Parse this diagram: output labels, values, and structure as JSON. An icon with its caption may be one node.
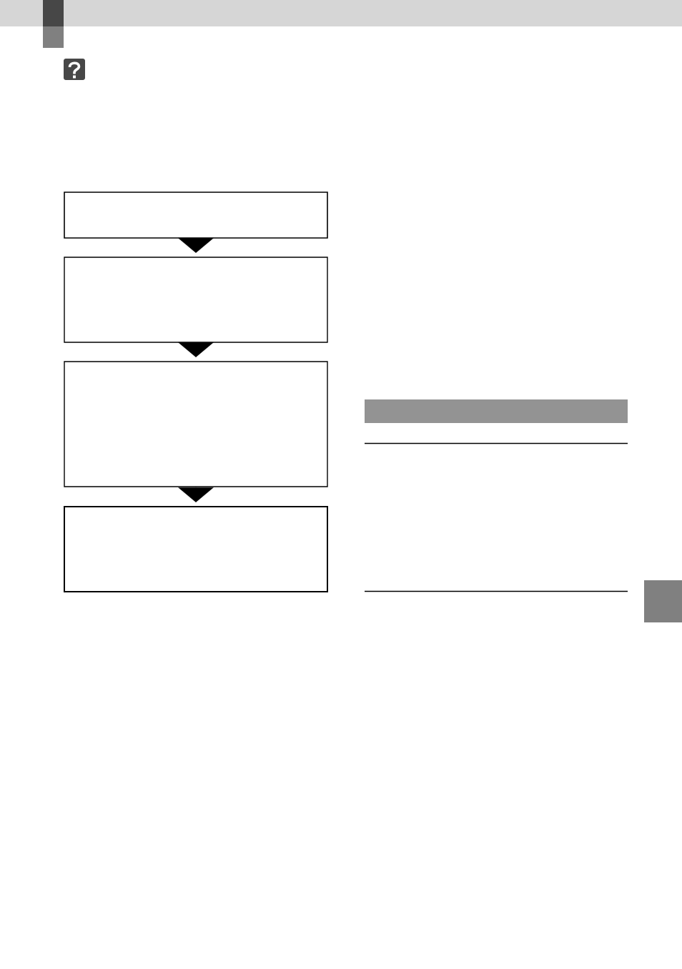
{
  "diagram": {
    "nodes": [
      {
        "text": [],
        "shape": "box"
      },
      {
        "text": [],
        "shape": "box"
      },
      {
        "text": [],
        "shape": "box"
      },
      {
        "text": [],
        "shape": "box"
      },
      {
        "text": [],
        "shape": "bar"
      }
    ],
    "edges": [
      {
        "from": 0,
        "to": 1,
        "arrow": "to"
      },
      {
        "from": 1,
        "to": 2,
        "arrow": "to"
      },
      {
        "from": 2,
        "to": 3,
        "arrow": "to"
      }
    ]
  }
}
